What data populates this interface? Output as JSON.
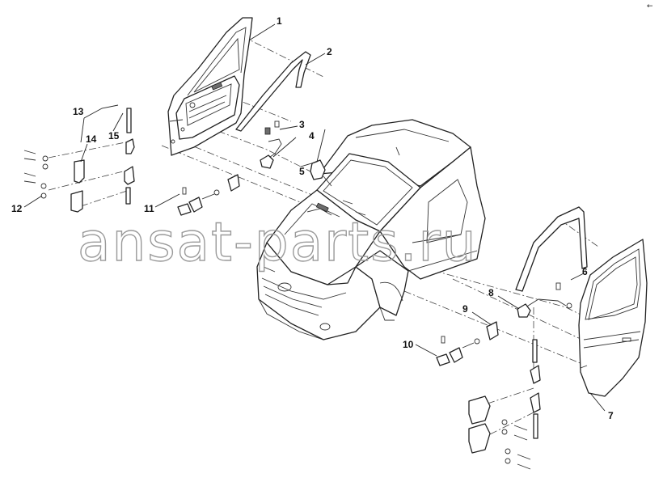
{
  "watermark": "ansat-parts.ru",
  "corner_mark": "←",
  "callouts": [
    {
      "id": "1",
      "label": "1"
    },
    {
      "id": "2",
      "label": "2"
    },
    {
      "id": "3",
      "label": "3"
    },
    {
      "id": "4",
      "label": "4"
    },
    {
      "id": "5",
      "label": "5"
    },
    {
      "id": "6",
      "label": "6"
    },
    {
      "id": "7",
      "label": "7"
    },
    {
      "id": "8",
      "label": "8"
    },
    {
      "id": "9",
      "label": "9"
    },
    {
      "id": "10",
      "label": "10"
    },
    {
      "id": "11",
      "label": "11"
    },
    {
      "id": "12",
      "label": "12"
    },
    {
      "id": "13",
      "label": "13"
    },
    {
      "id": "14",
      "label": "14"
    },
    {
      "id": "15",
      "label": "15"
    }
  ]
}
